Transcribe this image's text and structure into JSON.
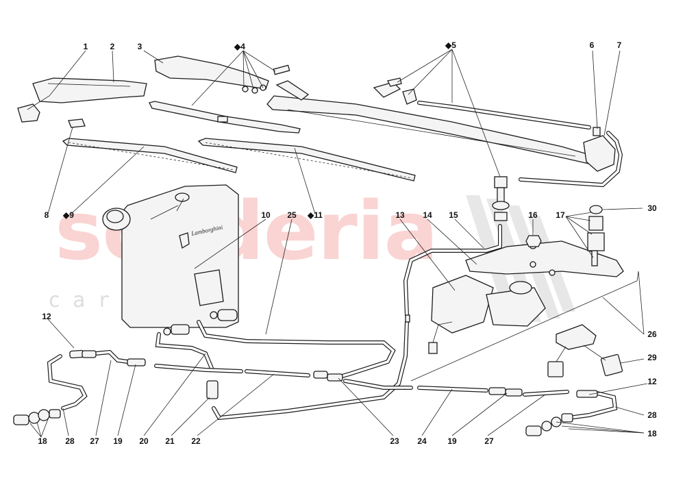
{
  "watermark": {
    "brand": "scuderia",
    "tagline": "c a r     p a r t s"
  },
  "tank_logo": "Lamborghini",
  "colors": {
    "watermark_red": "#e53935",
    "watermark_grey": "#9e9e9e",
    "line": "#1a1a1a"
  },
  "callouts": [
    "1",
    "2",
    "3",
    "◆4",
    "◆5",
    "6",
    "7",
    "8",
    "◆9",
    "10",
    "25",
    "◆11",
    "13",
    "14",
    "15",
    "16",
    "17",
    "30",
    "26",
    "12",
    "29",
    "12",
    "28",
    "18",
    "18",
    "28",
    "27",
    "19",
    "20",
    "21",
    "22",
    "23",
    "24",
    "19",
    "27"
  ]
}
